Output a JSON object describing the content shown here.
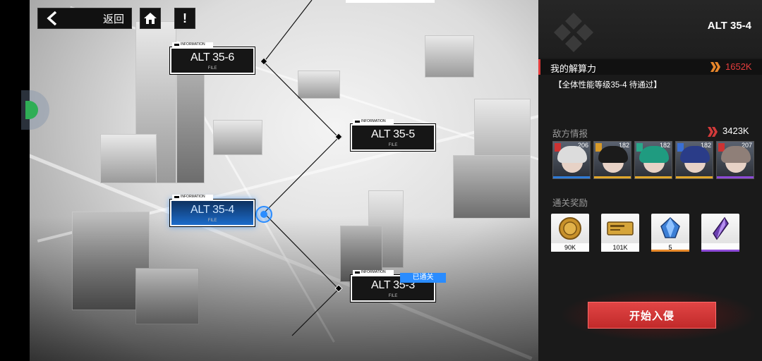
{
  "nav": {
    "back_label": "返回",
    "home_icon": "home-icon",
    "alert_glyph": "!"
  },
  "map": {
    "nodes": [
      {
        "code": "ALT 35-6",
        "file": "FILE",
        "info": "INFORMATION",
        "state": "normal"
      },
      {
        "code": "ALT 35-5",
        "file": "FILE",
        "info": "INFORMATION",
        "state": "normal"
      },
      {
        "code": "ALT 35-4",
        "file": "FILE",
        "info": "INFORMATION",
        "state": "selected"
      },
      {
        "code": "ALT 35-3",
        "file": "FILE",
        "info": "INFORMATION",
        "state": "cleared"
      }
    ],
    "cleared_tag": "已通关"
  },
  "panel": {
    "stage_title": "ALT 35-4",
    "power_label": "我的解算力",
    "power_value": "1652K",
    "requirement": "【全体性能等级35-4 待通过】",
    "enemy_label": "敌方情报",
    "enemy_power": "3423K",
    "enemies": [
      {
        "level": "206",
        "hair": "#dcdcdc",
        "stripe": "#2f7bd8",
        "badge": "#c33"
      },
      {
        "level": "182",
        "hair": "#1b1b1b",
        "stripe": "#e1a82b",
        "badge": "#d79a2a"
      },
      {
        "level": "182",
        "hair": "#1f9b80",
        "stripe": "#e1a82b",
        "badge": "#2aa88a"
      },
      {
        "level": "182",
        "hair": "#2a3c88",
        "stripe": "#e1a82b",
        "badge": "#3a6fd4"
      },
      {
        "level": "207",
        "hair": "#8f7f78",
        "stripe": "#8d4ad8",
        "badge": "#c33"
      }
    ],
    "reward_label": "通关奖励",
    "rewards": [
      {
        "name": "coin",
        "qty": "90K",
        "line": "#888888"
      },
      {
        "name": "ticket",
        "qty": "101K",
        "line": "#888888"
      },
      {
        "name": "crystal",
        "qty": "5",
        "line": "#e88a2a"
      },
      {
        "name": "shard",
        "qty": "",
        "line": "#8d4ad8"
      }
    ],
    "start_label": "开始入侵"
  },
  "colors": {
    "accent_red": "#e23b3b",
    "accent_blue": "#2a8cff"
  }
}
